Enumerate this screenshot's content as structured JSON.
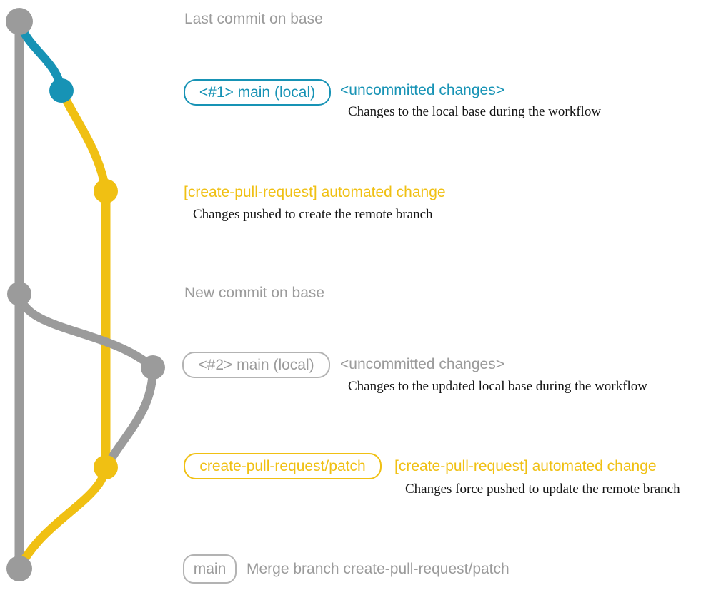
{
  "colors": {
    "gray": "#9b9b9b",
    "gray-border": "#b3b3b3",
    "teal": "#1793b5",
    "yellow": "#f0c013",
    "ink": "#141414",
    "background": "#ffffff"
  },
  "rows": {
    "last_commit_heading": "Last commit on base",
    "branch1": {
      "badge": "<#1> main (local)",
      "label": "<uncommitted changes>",
      "caption": "Changes to the local base during the workflow"
    },
    "auto_commit1": {
      "label": "[create-pull-request] automated change",
      "caption": "Changes pushed to create the remote branch"
    },
    "new_commit_heading": "New commit on base",
    "branch2": {
      "badge": "<#2> main (local)",
      "label": "<uncommitted changes>",
      "caption": "Changes to the updated local base during the workflow"
    },
    "auto_commit2": {
      "badge": "create-pull-request/patch",
      "label": "[create-pull-request] automated change",
      "caption": "Changes force pushed to update the remote branch"
    },
    "merge_commit": {
      "badge": "main",
      "label": "Merge branch create-pull-request/patch"
    }
  }
}
